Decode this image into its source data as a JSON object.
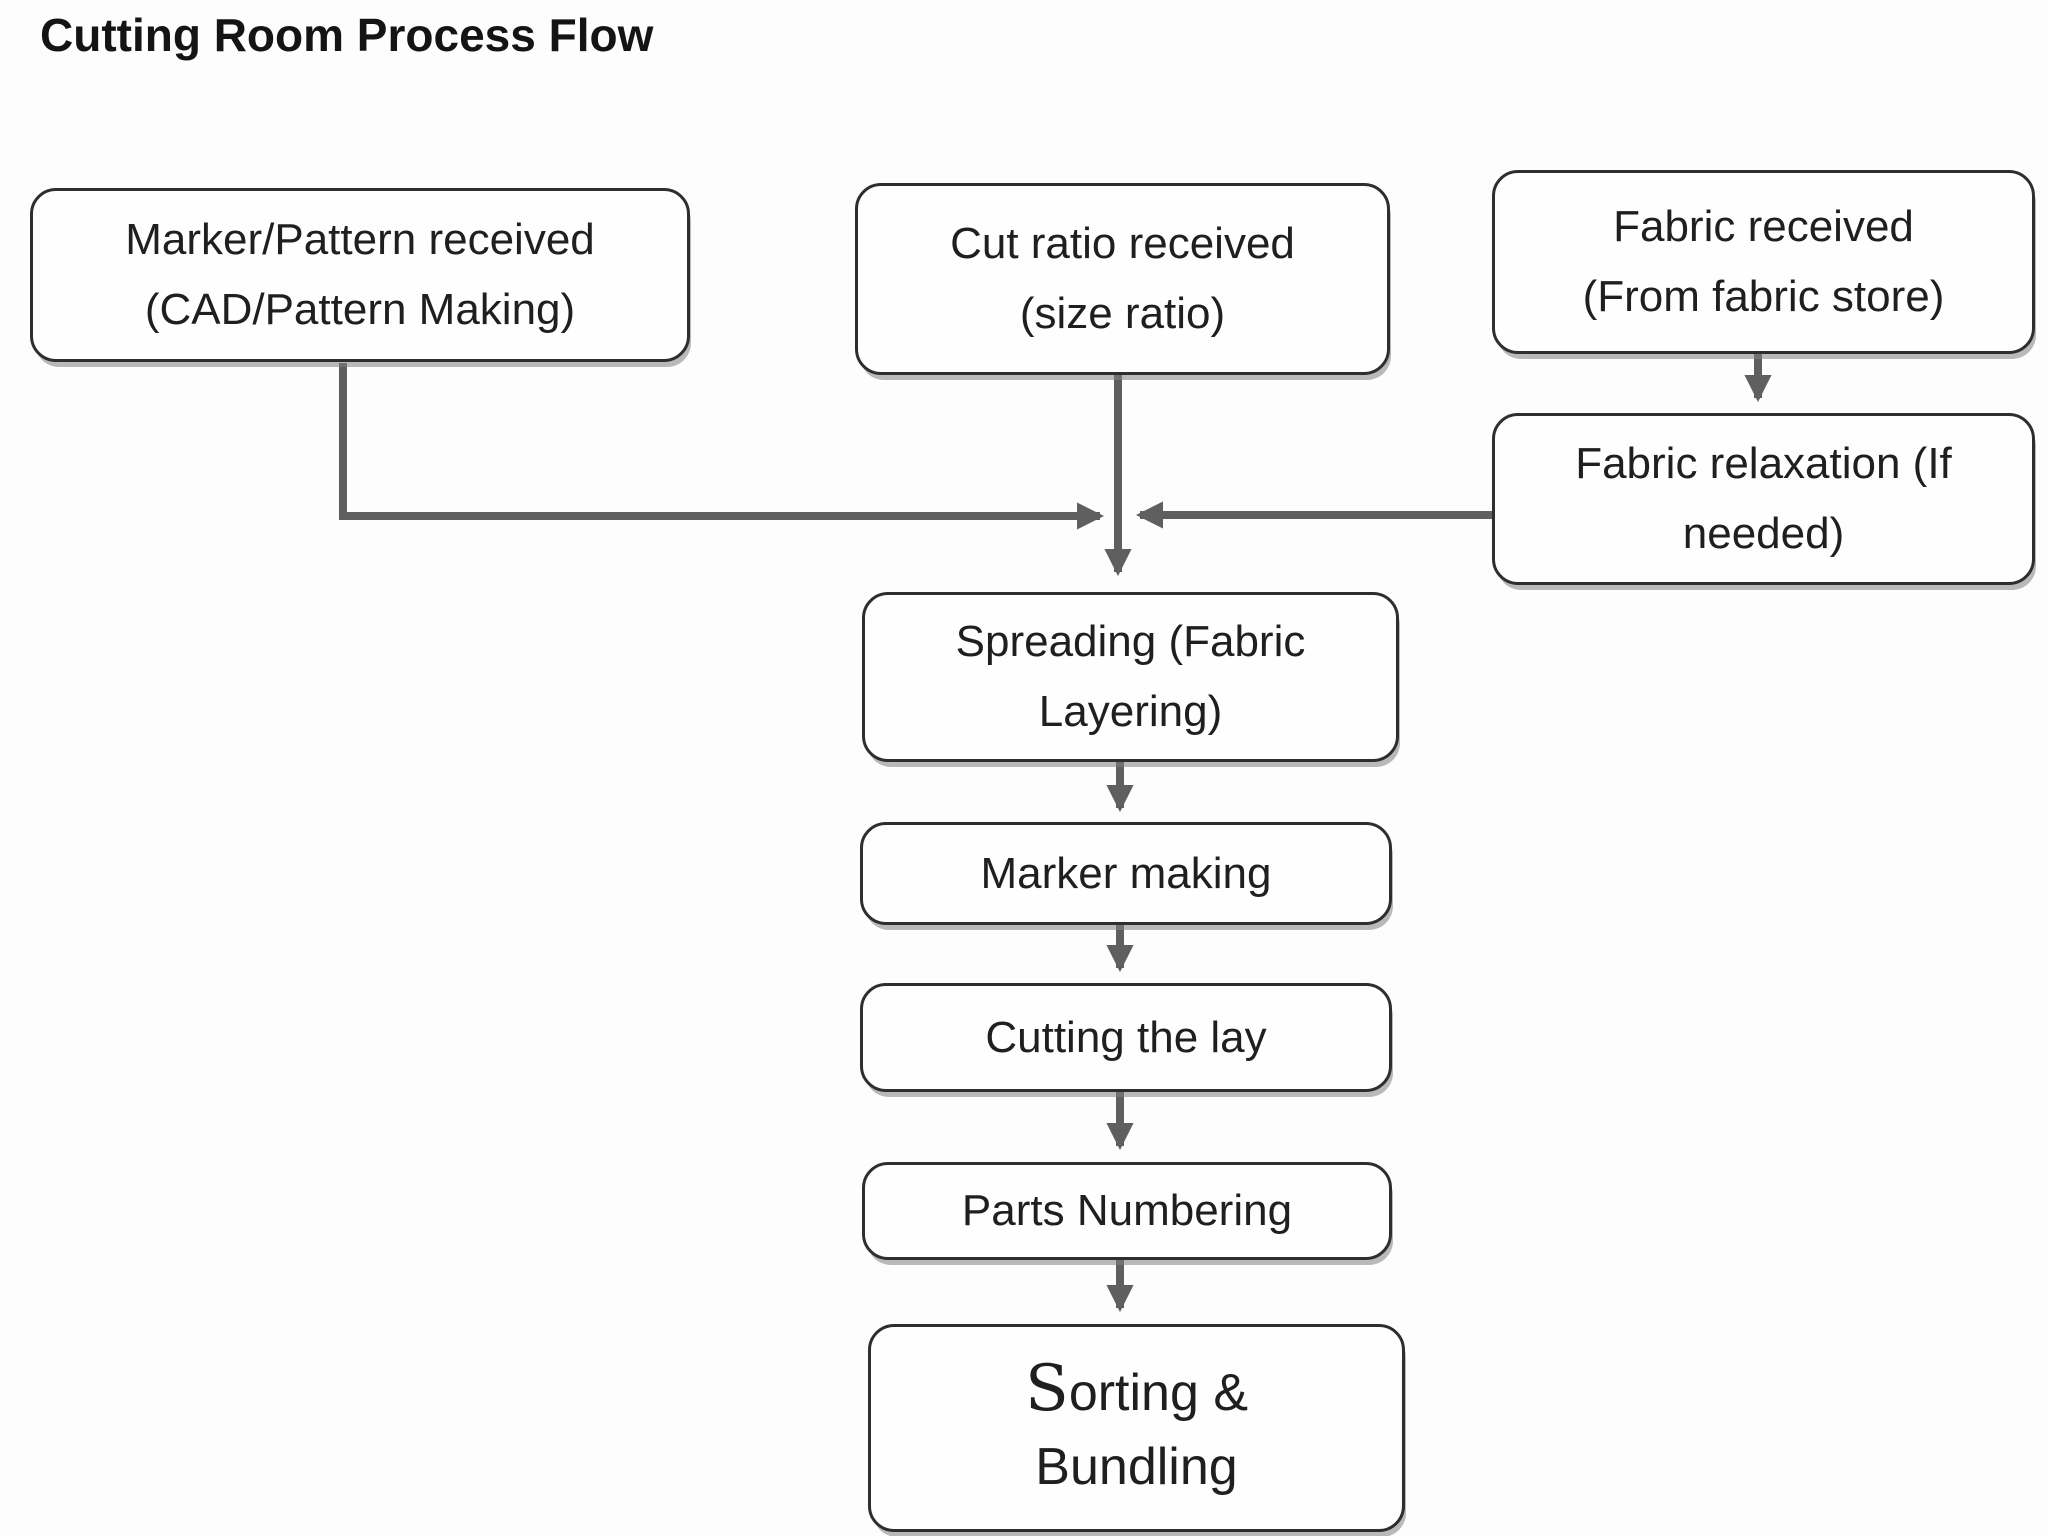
{
  "title": "Cutting Room Process Flow",
  "diagram": {
    "nodes": {
      "marker_pattern": {
        "line1": "Marker/Pattern received",
        "line2": "(CAD/Pattern Making)"
      },
      "cut_ratio": {
        "line1": "Cut ratio received",
        "line2": "(size ratio)"
      },
      "fabric_received": {
        "line1": "Fabric received",
        "line2": "(From fabric store)"
      },
      "fabric_relaxation": {
        "line1": "Fabric relaxation (If",
        "line2": "needed)"
      },
      "spreading": {
        "line1": "Spreading (Fabric",
        "line2": "Layering)"
      },
      "marker_making": {
        "line1": "Marker making"
      },
      "cutting_lay": {
        "line1": "Cutting the lay"
      },
      "parts_numbering": {
        "line1": "Parts Numbering"
      },
      "sorting_bundling": {
        "line1_initial": "S",
        "line1_rest": "orting &",
        "line2": "Bundling"
      }
    },
    "edges": [
      {
        "from": "marker_pattern",
        "to": "spreading"
      },
      {
        "from": "cut_ratio",
        "to": "spreading"
      },
      {
        "from": "fabric_received",
        "to": "fabric_relaxation"
      },
      {
        "from": "fabric_relaxation",
        "to": "spreading"
      },
      {
        "from": "spreading",
        "to": "marker_making"
      },
      {
        "from": "marker_making",
        "to": "cutting_lay"
      },
      {
        "from": "cutting_lay",
        "to": "parts_numbering"
      },
      {
        "from": "parts_numbering",
        "to": "sorting_bundling"
      }
    ],
    "colors": {
      "background": "#fdfdfd",
      "box_fill": "#fefefe",
      "box_border": "#2e2e2e",
      "arrow": "#5f5f5f",
      "text": "#1f1f1f",
      "shadow": "#828282"
    }
  }
}
